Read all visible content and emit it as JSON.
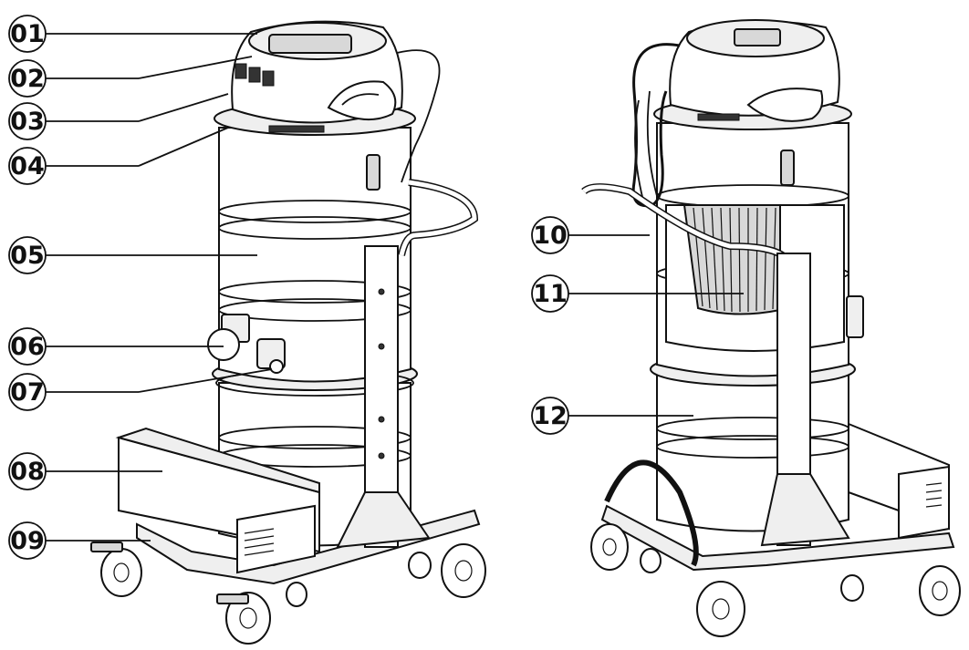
{
  "callouts_left": [
    "01",
    "02",
    "03",
    "04",
    "05",
    "06",
    "07",
    "08",
    "09"
  ],
  "callouts_right": [
    "10",
    "11",
    "12"
  ],
  "colors": {
    "line": "#111111",
    "background": "#ffffff"
  }
}
